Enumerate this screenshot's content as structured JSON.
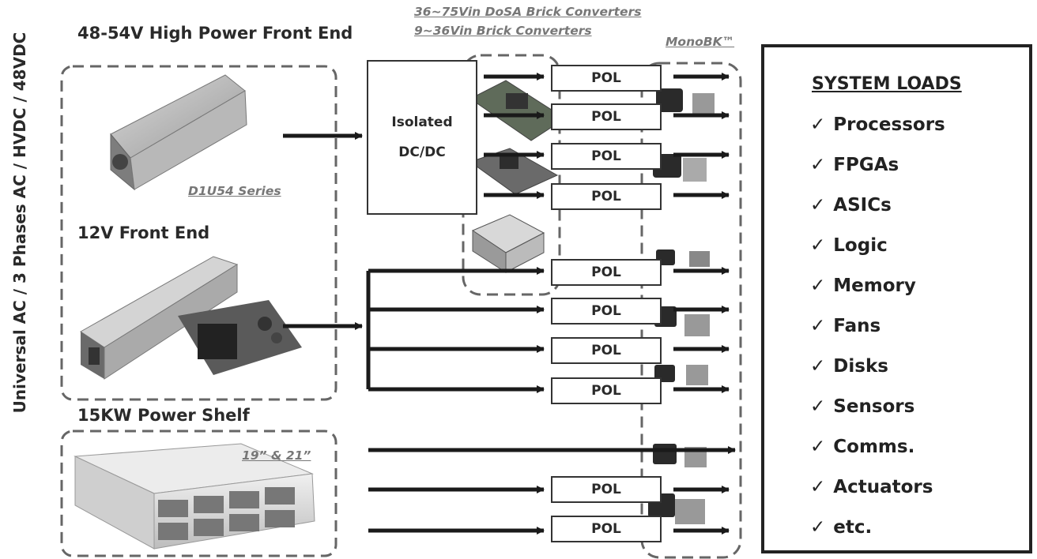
{
  "vertical_label": "Universal AC / 3 Phases AC / HVDC / 48VDC",
  "front_end_48": {
    "title": "48-54V High Power Front End",
    "series": "D1U54 Series"
  },
  "front_end_12": {
    "title": "12V Front End"
  },
  "power_shelf": {
    "title": "15KW Power Shelf",
    "size": "19” & 21”"
  },
  "brick": {
    "line1": "36~75Vin DoSA Brick Converters",
    "line2": "9~36Vin Brick Converters"
  },
  "monobk": "MonoBK™",
  "isolated": {
    "line1": "Isolated",
    "line2": "DC/DC"
  },
  "pol_label": "POL",
  "system_loads": {
    "title": "SYSTEM LOADS",
    "check": "✓",
    "items": [
      "Processors",
      "FPGAs",
      "ASICs",
      "Logic",
      "Memory",
      "Fans",
      "Disks",
      "Sensors",
      "Comms.",
      "Actuators",
      "etc."
    ]
  },
  "colors": {
    "line": "#1a1a1a",
    "dash": "#666666",
    "text": "#2a2a2a",
    "link": "#777777"
  }
}
